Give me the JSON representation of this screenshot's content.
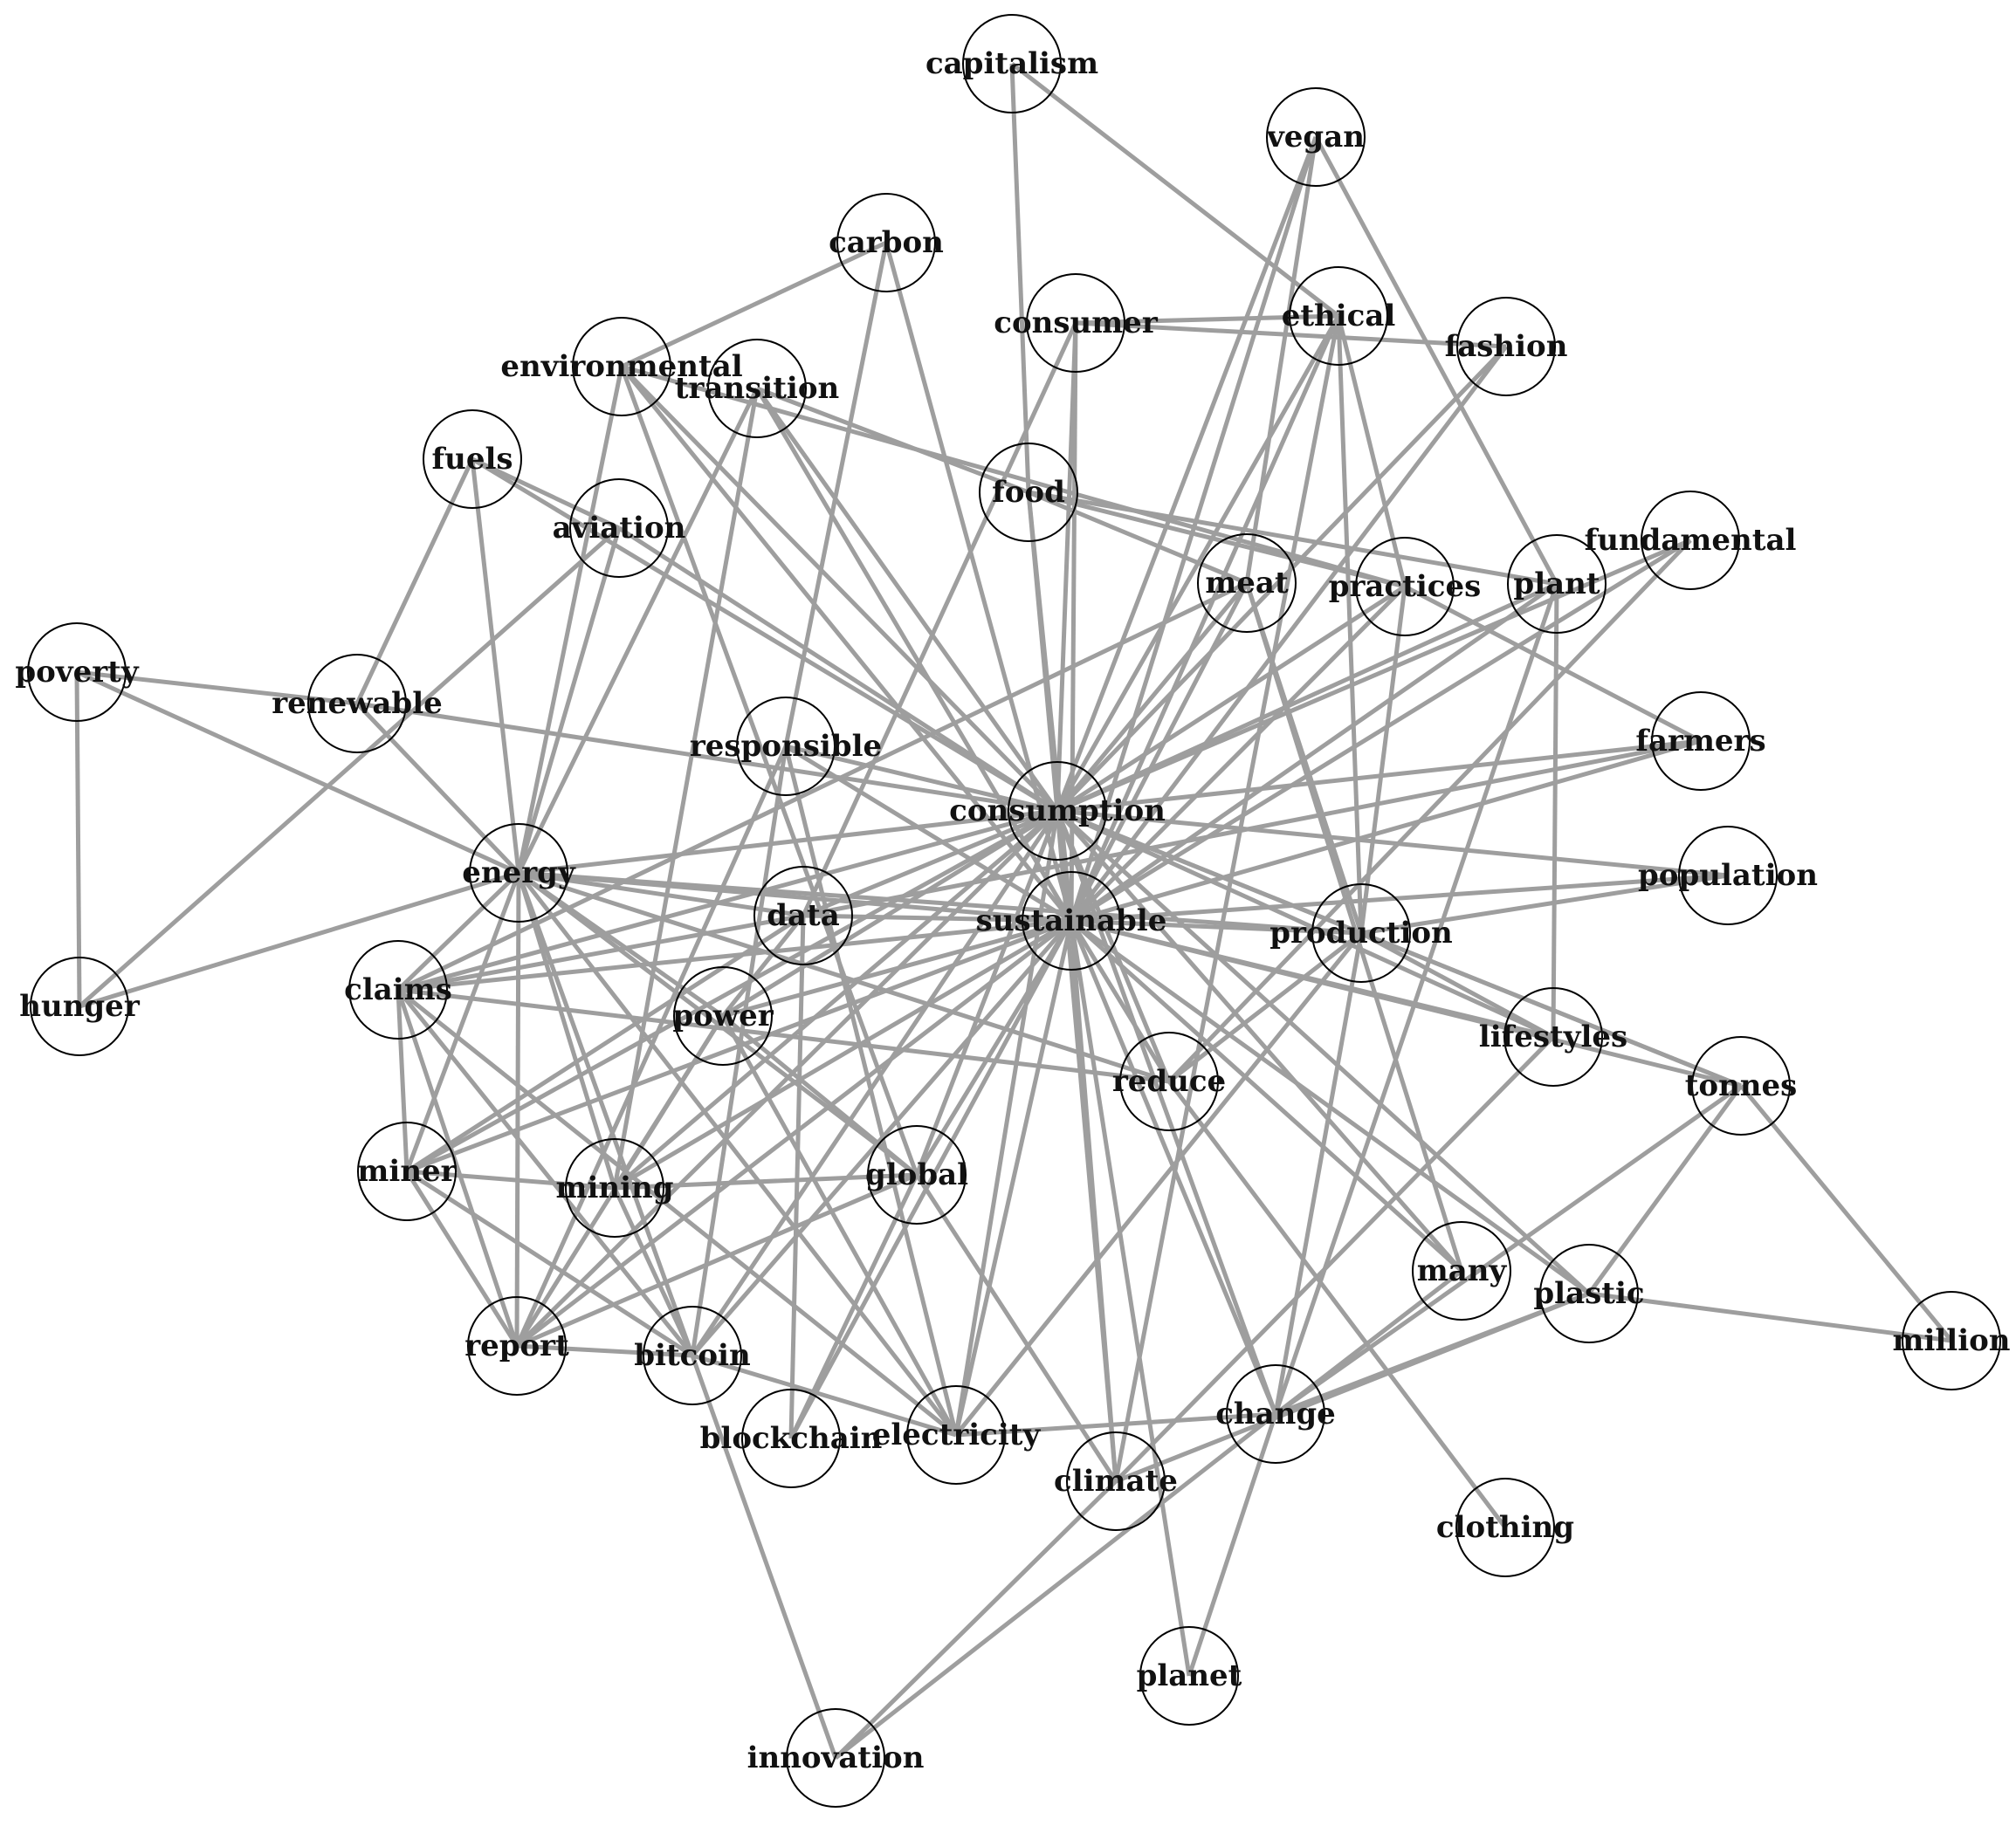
{
  "nodes": [
    {
      "id": "capitalism",
      "label": "capitalism"
    },
    {
      "id": "vegan",
      "label": "vegan"
    },
    {
      "id": "carbon",
      "label": "carbon"
    },
    {
      "id": "consumer",
      "label": "consumer"
    },
    {
      "id": "ethical",
      "label": "ethical"
    },
    {
      "id": "fashion",
      "label": "fashion"
    },
    {
      "id": "environmental",
      "label": "environmental"
    },
    {
      "id": "transition",
      "label": "transition"
    },
    {
      "id": "fuels",
      "label": "fuels"
    },
    {
      "id": "food",
      "label": "food"
    },
    {
      "id": "aviation",
      "label": "aviation"
    },
    {
      "id": "meat",
      "label": "meat"
    },
    {
      "id": "practices",
      "label": "practices"
    },
    {
      "id": "plant",
      "label": "plant"
    },
    {
      "id": "fundamental",
      "label": "fundamental"
    },
    {
      "id": "poverty",
      "label": "poverty"
    },
    {
      "id": "renewable",
      "label": "renewable"
    },
    {
      "id": "responsible",
      "label": "responsible"
    },
    {
      "id": "farmers",
      "label": "farmers"
    },
    {
      "id": "consumption",
      "label": "consumption"
    },
    {
      "id": "energy",
      "label": "energy"
    },
    {
      "id": "population",
      "label": "population"
    },
    {
      "id": "data",
      "label": "data"
    },
    {
      "id": "sustainable",
      "label": "sustainable"
    },
    {
      "id": "production",
      "label": "production"
    },
    {
      "id": "hunger",
      "label": "hunger"
    },
    {
      "id": "claims",
      "label": "claims"
    },
    {
      "id": "power",
      "label": "power"
    },
    {
      "id": "lifestyles",
      "label": "lifestyles"
    },
    {
      "id": "tonnes",
      "label": "tonnes"
    },
    {
      "id": "reduce",
      "label": "reduce"
    },
    {
      "id": "miner",
      "label": "miner"
    },
    {
      "id": "mining",
      "label": "mining"
    },
    {
      "id": "global",
      "label": "global"
    },
    {
      "id": "many",
      "label": "many"
    },
    {
      "id": "plastic",
      "label": "plastic"
    },
    {
      "id": "million",
      "label": "million"
    },
    {
      "id": "report",
      "label": "report"
    },
    {
      "id": "bitcoin",
      "label": "bitcoin"
    },
    {
      "id": "blockchain",
      "label": "blockchain"
    },
    {
      "id": "electricity",
      "label": "electricity"
    },
    {
      "id": "change",
      "label": "change"
    },
    {
      "id": "climate",
      "label": "climate"
    },
    {
      "id": "clothing",
      "label": "clothing"
    },
    {
      "id": "planet",
      "label": "planet"
    },
    {
      "id": "innovation",
      "label": "innovation"
    }
  ],
  "edges": [
    [
      "sustainable",
      "consumption"
    ],
    [
      "sustainable",
      "energy"
    ],
    [
      "sustainable",
      "data"
    ],
    [
      "sustainable",
      "production"
    ],
    [
      "sustainable",
      "power"
    ],
    [
      "sustainable",
      "mining"
    ],
    [
      "sustainable",
      "global"
    ],
    [
      "sustainable",
      "bitcoin"
    ],
    [
      "sustainable",
      "blockchain"
    ],
    [
      "sustainable",
      "electricity"
    ],
    [
      "sustainable",
      "change"
    ],
    [
      "sustainable",
      "climate"
    ],
    [
      "sustainable",
      "plastic"
    ],
    [
      "sustainable",
      "many"
    ],
    [
      "sustainable",
      "tonnes"
    ],
    [
      "sustainable",
      "population"
    ],
    [
      "sustainable",
      "farmers"
    ],
    [
      "sustainable",
      "plant"
    ],
    [
      "sustainable",
      "practices"
    ],
    [
      "sustainable",
      "meat"
    ],
    [
      "sustainable",
      "food"
    ],
    [
      "sustainable",
      "consumer"
    ],
    [
      "sustainable",
      "ethical"
    ],
    [
      "sustainable",
      "vegan"
    ],
    [
      "sustainable",
      "transition"
    ],
    [
      "sustainable",
      "environmental"
    ],
    [
      "sustainable",
      "carbon"
    ],
    [
      "sustainable",
      "responsible"
    ],
    [
      "sustainable",
      "claims"
    ],
    [
      "sustainable",
      "miner"
    ],
    [
      "sustainable",
      "report"
    ],
    [
      "sustainable",
      "reduce"
    ],
    [
      "sustainable",
      "lifestyles"
    ],
    [
      "sustainable",
      "fundamental"
    ],
    [
      "sustainable",
      "planet"
    ],
    [
      "sustainable",
      "fashion"
    ],
    [
      "consumption",
      "energy"
    ],
    [
      "consumption",
      "food"
    ],
    [
      "consumption",
      "production"
    ],
    [
      "consumption",
      "meat"
    ],
    [
      "consumption",
      "fuels"
    ],
    [
      "consumption",
      "aviation"
    ],
    [
      "consumption",
      "renewable"
    ],
    [
      "consumption",
      "fashion"
    ],
    [
      "consumption",
      "plant"
    ],
    [
      "consumption",
      "ethical"
    ],
    [
      "consumption",
      "consumer"
    ],
    [
      "consumption",
      "farmers"
    ],
    [
      "consumption",
      "population"
    ],
    [
      "consumption",
      "responsible"
    ],
    [
      "consumption",
      "reduce"
    ],
    [
      "consumption",
      "tonnes"
    ],
    [
      "consumption",
      "global"
    ],
    [
      "consumption",
      "mining"
    ],
    [
      "consumption",
      "bitcoin"
    ],
    [
      "consumption",
      "electricity"
    ],
    [
      "consumption",
      "change"
    ],
    [
      "consumption",
      "climate"
    ],
    [
      "consumption",
      "lifestyles"
    ],
    [
      "consumption",
      "many"
    ],
    [
      "consumption",
      "plastic"
    ],
    [
      "consumption",
      "miner"
    ],
    [
      "consumption",
      "power"
    ],
    [
      "consumption",
      "data"
    ],
    [
      "consumption",
      "practices"
    ],
    [
      "consumption",
      "report"
    ],
    [
      "consumption",
      "environmental"
    ],
    [
      "consumption",
      "transition"
    ],
    [
      "consumption",
      "vegan"
    ],
    [
      "consumption",
      "fundamental"
    ],
    [
      "consumption",
      "claims"
    ],
    [
      "energy",
      "renewable"
    ],
    [
      "energy",
      "poverty"
    ],
    [
      "energy",
      "hunger"
    ],
    [
      "energy",
      "fuels"
    ],
    [
      "energy",
      "aviation"
    ],
    [
      "energy",
      "environmental"
    ],
    [
      "energy",
      "data"
    ],
    [
      "energy",
      "power"
    ],
    [
      "energy",
      "mining"
    ],
    [
      "energy",
      "miner"
    ],
    [
      "energy",
      "report"
    ],
    [
      "energy",
      "bitcoin"
    ],
    [
      "energy",
      "global"
    ],
    [
      "energy",
      "reduce"
    ],
    [
      "energy",
      "electricity"
    ],
    [
      "energy",
      "transition"
    ],
    [
      "energy",
      "production"
    ],
    [
      "energy",
      "claims"
    ],
    [
      "poverty",
      "hunger"
    ],
    [
      "poverty",
      "renewable"
    ],
    [
      "hunger",
      "aviation"
    ],
    [
      "capitalism",
      "food"
    ],
    [
      "capitalism",
      "ethical"
    ],
    [
      "carbon",
      "environmental"
    ],
    [
      "carbon",
      "responsible"
    ],
    [
      "vegan",
      "meat"
    ],
    [
      "vegan",
      "plant"
    ],
    [
      "consumer",
      "ethical"
    ],
    [
      "consumer",
      "fashion"
    ],
    [
      "consumer",
      "data"
    ],
    [
      "ethical",
      "production"
    ],
    [
      "ethical",
      "practices"
    ],
    [
      "ethical",
      "climate"
    ],
    [
      "environmental",
      "practices"
    ],
    [
      "environmental",
      "global"
    ],
    [
      "transition",
      "food"
    ],
    [
      "transition",
      "mining"
    ],
    [
      "food",
      "meat"
    ],
    [
      "food",
      "practices"
    ],
    [
      "food",
      "plant"
    ],
    [
      "fuels",
      "renewable"
    ],
    [
      "fuels",
      "aviation"
    ],
    [
      "meat",
      "production"
    ],
    [
      "meat",
      "many"
    ],
    [
      "meat",
      "claims"
    ],
    [
      "plant",
      "lifestyles"
    ],
    [
      "plant",
      "change"
    ],
    [
      "practices",
      "production"
    ],
    [
      "practices",
      "farmers"
    ],
    [
      "fundamental",
      "reduce"
    ],
    [
      "farmers",
      "data"
    ],
    [
      "production",
      "change"
    ],
    [
      "production",
      "reduce"
    ],
    [
      "production",
      "lifestyles"
    ],
    [
      "production",
      "tonnes"
    ],
    [
      "production",
      "electricity"
    ],
    [
      "production",
      "population"
    ],
    [
      "responsible",
      "bitcoin"
    ],
    [
      "responsible",
      "report"
    ],
    [
      "responsible",
      "electricity"
    ],
    [
      "data",
      "power"
    ],
    [
      "data",
      "claims"
    ],
    [
      "data",
      "miner"
    ],
    [
      "data",
      "blockchain"
    ],
    [
      "claims",
      "miner"
    ],
    [
      "claims",
      "bitcoin"
    ],
    [
      "claims",
      "report"
    ],
    [
      "claims",
      "reduce"
    ],
    [
      "claims",
      "electricity"
    ],
    [
      "power",
      "mining"
    ],
    [
      "power",
      "report"
    ],
    [
      "power",
      "global"
    ],
    [
      "power",
      "electricity"
    ],
    [
      "miner",
      "mining"
    ],
    [
      "miner",
      "report"
    ],
    [
      "miner",
      "bitcoin"
    ],
    [
      "mining",
      "global"
    ],
    [
      "mining",
      "bitcoin"
    ],
    [
      "global",
      "report"
    ],
    [
      "global",
      "climate"
    ],
    [
      "global",
      "blockchain"
    ],
    [
      "report",
      "bitcoin"
    ],
    [
      "bitcoin",
      "innovation"
    ],
    [
      "bitcoin",
      "electricity"
    ],
    [
      "electricity",
      "change"
    ],
    [
      "change",
      "many"
    ],
    [
      "change",
      "planet"
    ],
    [
      "change",
      "innovation"
    ],
    [
      "change",
      "tonnes"
    ],
    [
      "change",
      "plastic"
    ],
    [
      "climate",
      "innovation"
    ],
    [
      "climate",
      "plastic"
    ],
    [
      "reduce",
      "clothing"
    ],
    [
      "tonnes",
      "million"
    ],
    [
      "tonnes",
      "plastic"
    ],
    [
      "plastic",
      "million"
    ],
    [
      "lifestyles",
      "climate"
    ]
  ]
}
